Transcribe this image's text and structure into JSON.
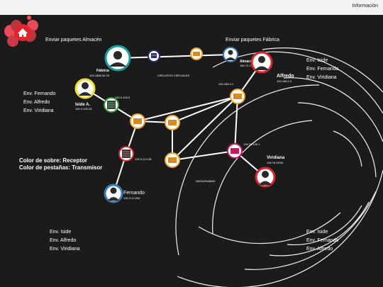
{
  "topbar": {
    "info_label": "Información"
  },
  "actions": {
    "send_warehouse": "Enviar paquetes Almacén",
    "send_factory": "Enviar paquetes Fábrica"
  },
  "send_groups": {
    "iside_group": [
      "Env. Fernando",
      "Env. Alfredo",
      "Env. Viridiana"
    ],
    "alfredo_group": [
      "Env. Iside",
      "Env. Fernando",
      "Env. Viridiana"
    ],
    "fernando_group": [
      "Env. Iside",
      "Env. Alfredo",
      "Env. Viridiana"
    ],
    "viridiana_group": [
      "Env. Iside",
      "Env. Fernando",
      "Env. Alfredo"
    ]
  },
  "legend": {
    "line1": "Color de sobre: Receptor",
    "line2": "Color de pestañas: Transmisor"
  },
  "network": {
    "circuits_label": "CIRCUITOS VIRTUALES",
    "datagram_label": "DATAGRAMAS",
    "fabrica": {
      "name": "Fábrica",
      "ip": "192.1868.30.29"
    },
    "almacen": {
      "name": "Almacén",
      "ip": "190.72.178"
    },
    "alfredo": {
      "name": "Alfredo",
      "ip": "192.168.2.3"
    },
    "iside": {
      "name": "Iside A.",
      "ip": "130.3.100.23"
    },
    "fernando": {
      "name": "Fernando",
      "ip": "130.3.12.254"
    },
    "viridiana": {
      "name": "Viridiana",
      "ip": "126.76.43.54"
    },
    "routers": {
      "r_iside": "130.3.100.0",
      "r_alfredo": "192.168.2.1",
      "r_fernando": "130.3.12.128",
      "r_viridiana": "126.76.125.1"
    }
  },
  "colors": {
    "iside": "#f0dc32",
    "alfredo": "#d92632",
    "fernando": "#3a7ab8",
    "viridiana": "#c8185a",
    "router_green": "#2f9a3c",
    "router_red": "#d92632",
    "switch_orange": "#f0a830",
    "brand": "#e3242b"
  }
}
